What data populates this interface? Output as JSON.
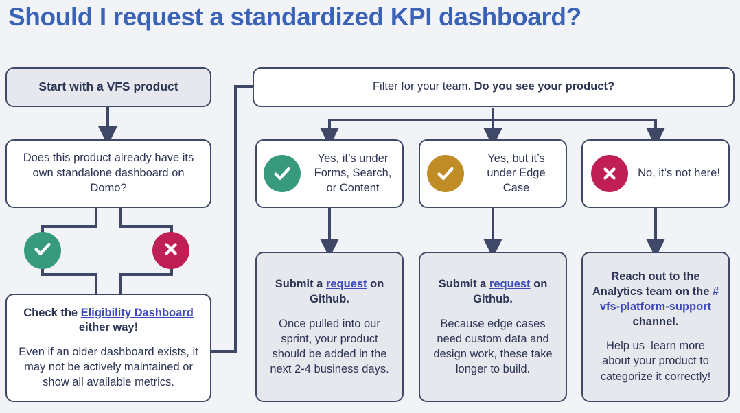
{
  "page": {
    "title": "Should I request a standardized KPI dashboard?",
    "background_color": "#f1f3f7",
    "title_color": "#3a63b8",
    "line_color": "#3f4866",
    "link_color": "#3c49bb"
  },
  "colors": {
    "green": "#379a7d",
    "gold": "#bf8c26",
    "crimson": "#bf1f55",
    "box_border": "#3f4866",
    "box_shaded": "#e7e8ee",
    "box_white": "#ffffff"
  },
  "nodes": {
    "start": {
      "label": "Start with a VFS product"
    },
    "domo_question": {
      "label": "Does this product already have its own standalone dashboard on Domo?"
    },
    "eligibility": {
      "head_before_link": "Check the ",
      "head_link": "Eligibility Dashboard",
      "head_after_link": " either way!",
      "body": "Even if an older dashboard exists, it may not be actively maintained or show all available metrics."
    },
    "filter": {
      "plain": "Filter for your team. ",
      "bold": "Do you see your product?"
    },
    "branch_forms": {
      "icon": "check-icon",
      "icon_color": "#379a7d",
      "label": "Yes, it’s under Forms, Search, or Content"
    },
    "branch_edge": {
      "icon": "check-icon",
      "icon_color": "#bf8c26",
      "label": "Yes, but it’s under Edge Case"
    },
    "branch_missing": {
      "icon": "x-icon",
      "icon_color": "#bf1f55",
      "label": "No, it’s not here!"
    },
    "result_forms": {
      "head_before_link": "Submit a ",
      "head_link": "request",
      "head_after_link": " on Github.",
      "body": "Once pulled into our sprint, your product should be added in the next 2-4 business days."
    },
    "result_edge": {
      "head_before_link": "Submit a ",
      "head_link": "request",
      "head_after_link": " on Github.",
      "body": "Because edge cases need custom data and design work, these take longer to build."
    },
    "result_missing": {
      "head_before_link": "Reach out to the Analytics team on the ",
      "head_link": "#vfs-platform-support",
      "head_after_link": " channel.",
      "body": "Help us  learn more about your product to categorize it correctly!"
    }
  },
  "decision_badges": {
    "yes": {
      "icon": "check-icon",
      "color": "#379a7d"
    },
    "no": {
      "icon": "x-icon",
      "color": "#bf1f55"
    }
  }
}
